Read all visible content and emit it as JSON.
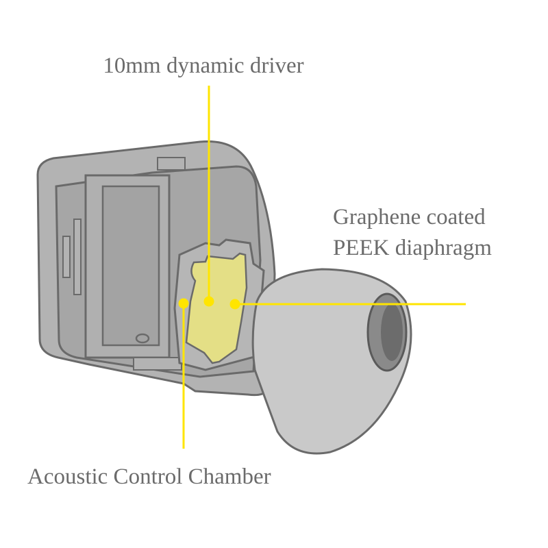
{
  "labels": {
    "driver": "10mm dynamic driver",
    "diaphragm_line1": "Graphene coated",
    "diaphragm_line2": "PEEK diaphragm",
    "chamber": "Acoustic Control Chamber"
  },
  "colors": {
    "shell": "#b3b3b3",
    "cavity": "#a6a6a6",
    "outline": "#6a6a6a",
    "driver_fill": "#e4df86",
    "pointer": "#ffe500",
    "eartip": "#c9c9c9",
    "text": "#6b6b6b"
  }
}
